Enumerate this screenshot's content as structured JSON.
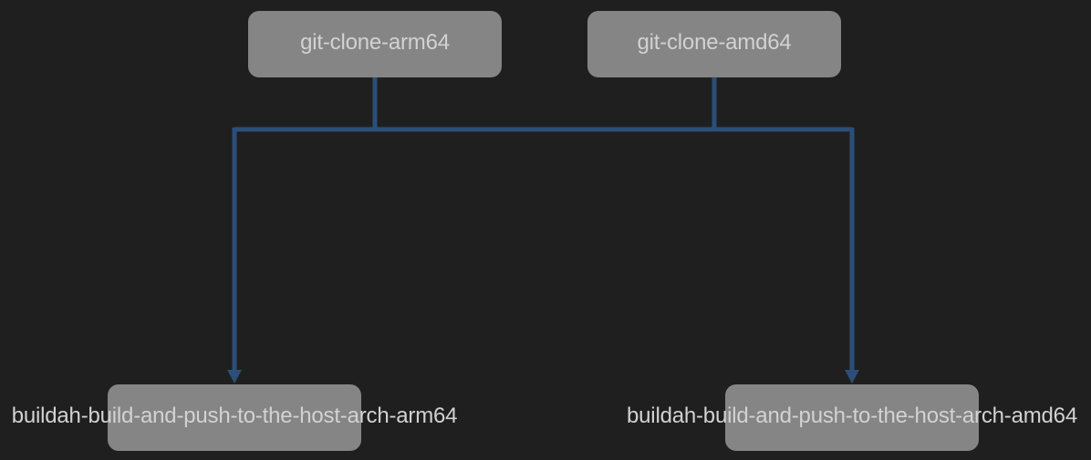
{
  "nodes": {
    "git_clone_arm64": {
      "label": "git-clone-arm64"
    },
    "git_clone_amd64": {
      "label": "git-clone-amd64"
    },
    "buildah_arm64": {
      "label": "buildah-build-and-push-to-the-host-arch-arm64"
    },
    "buildah_amd64": {
      "label": "buildah-build-and-push-to-the-host-arch-amd64"
    }
  },
  "edges": [
    {
      "from": "git-clone-arm64",
      "to": "buildah-build-and-push-to-the-host-arch-arm64"
    },
    {
      "from": "git-clone-arm64",
      "to": "buildah-build-and-push-to-the-host-arch-amd64"
    },
    {
      "from": "git-clone-amd64",
      "to": "buildah-build-and-push-to-the-host-arch-arm64"
    },
    {
      "from": "git-clone-amd64",
      "to": "buildah-build-and-push-to-the-host-arch-amd64"
    }
  ],
  "colors": {
    "background": "#1f1f1f",
    "node_fill": "#858585",
    "node_text": "#d2d2d2",
    "edge": "#2b4f78"
  }
}
